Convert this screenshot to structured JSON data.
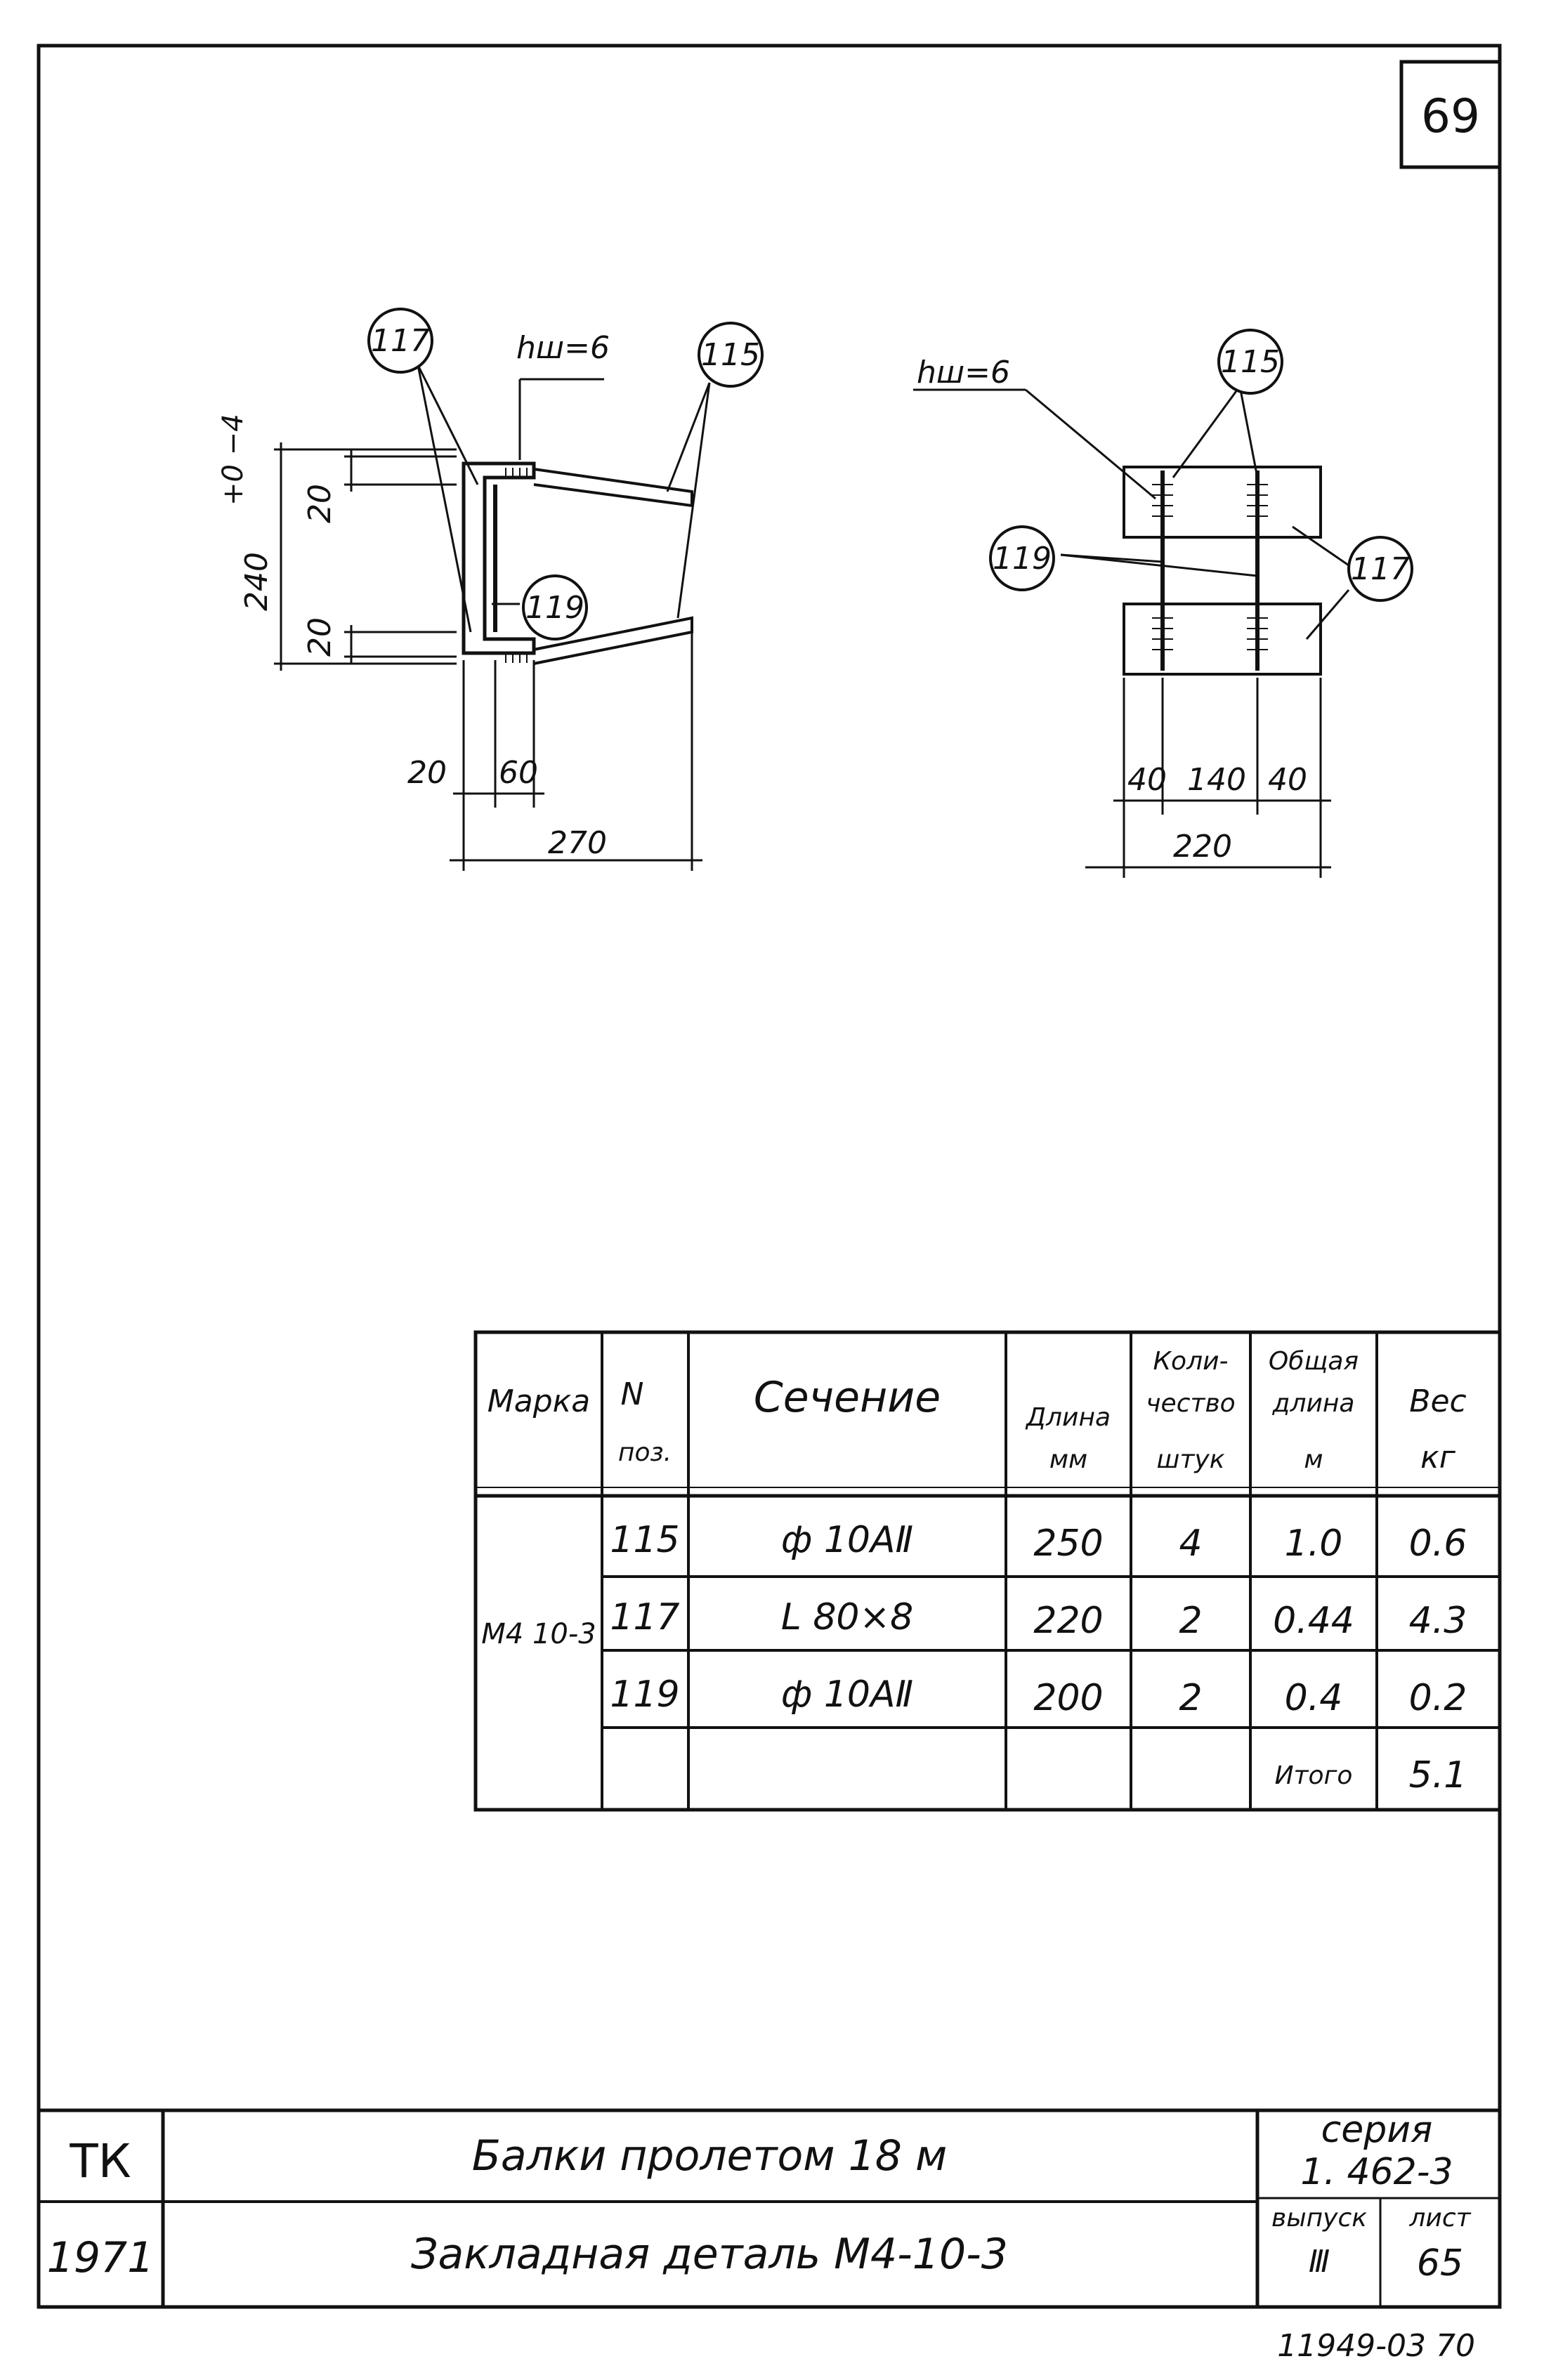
{
  "sheet_number": "69",
  "left_view": {
    "callouts": [
      "117",
      "115",
      "119"
    ],
    "weld_label": "hш=6",
    "dims": {
      "tol": "+0 −4",
      "height": "240",
      "top": "20",
      "bottom": "20",
      "w1": "20",
      "w2": "60",
      "total": "270"
    }
  },
  "right_view": {
    "callouts": [
      "115",
      "119",
      "117"
    ],
    "weld_label": "hш=6",
    "dims": {
      "a": "40",
      "b": "140",
      "c": "40",
      "total": "220"
    }
  },
  "spec_table": {
    "headers": {
      "mark": "Марка",
      "pos_n": "N",
      "pos": "поз.",
      "section": "Сечение",
      "length": "Длина",
      "length_unit": "мм",
      "qty_1": "Коли-",
      "qty_2": "чество",
      "qty_unit": "штук",
      "total_1": "Общая",
      "total_2": "длина",
      "total_unit": "м",
      "weight": "Вес",
      "weight_unit": "кг"
    },
    "mark_value": "М4 10-3",
    "rows": [
      {
        "pos": "115",
        "section": "ф 10АⅡ",
        "length": "250",
        "qty": "4",
        "total": "1.0",
        "weight": "0.6"
      },
      {
        "pos": "117",
        "section": "L 80×8",
        "length": "220",
        "qty": "2",
        "total": "0.44",
        "weight": "4.3"
      },
      {
        "pos": "119",
        "section": "ф 10АⅡ",
        "length": "200",
        "qty": "2",
        "total": "0.4",
        "weight": "0.2"
      }
    ],
    "total_label": "Итого",
    "total_value": "5.1"
  },
  "title_block": {
    "org": "ТК",
    "year": "1971",
    "title_1": "Балки пролетом 18 м",
    "title_2": "Закладная деталь М4-10-3",
    "series_label": "серия",
    "series_value": "1. 462-3",
    "issue_label": "выпуск",
    "issue_value": "Ⅲ",
    "sheet_label": "лист",
    "sheet_value": "65"
  },
  "footer_code": "11949-03 70"
}
